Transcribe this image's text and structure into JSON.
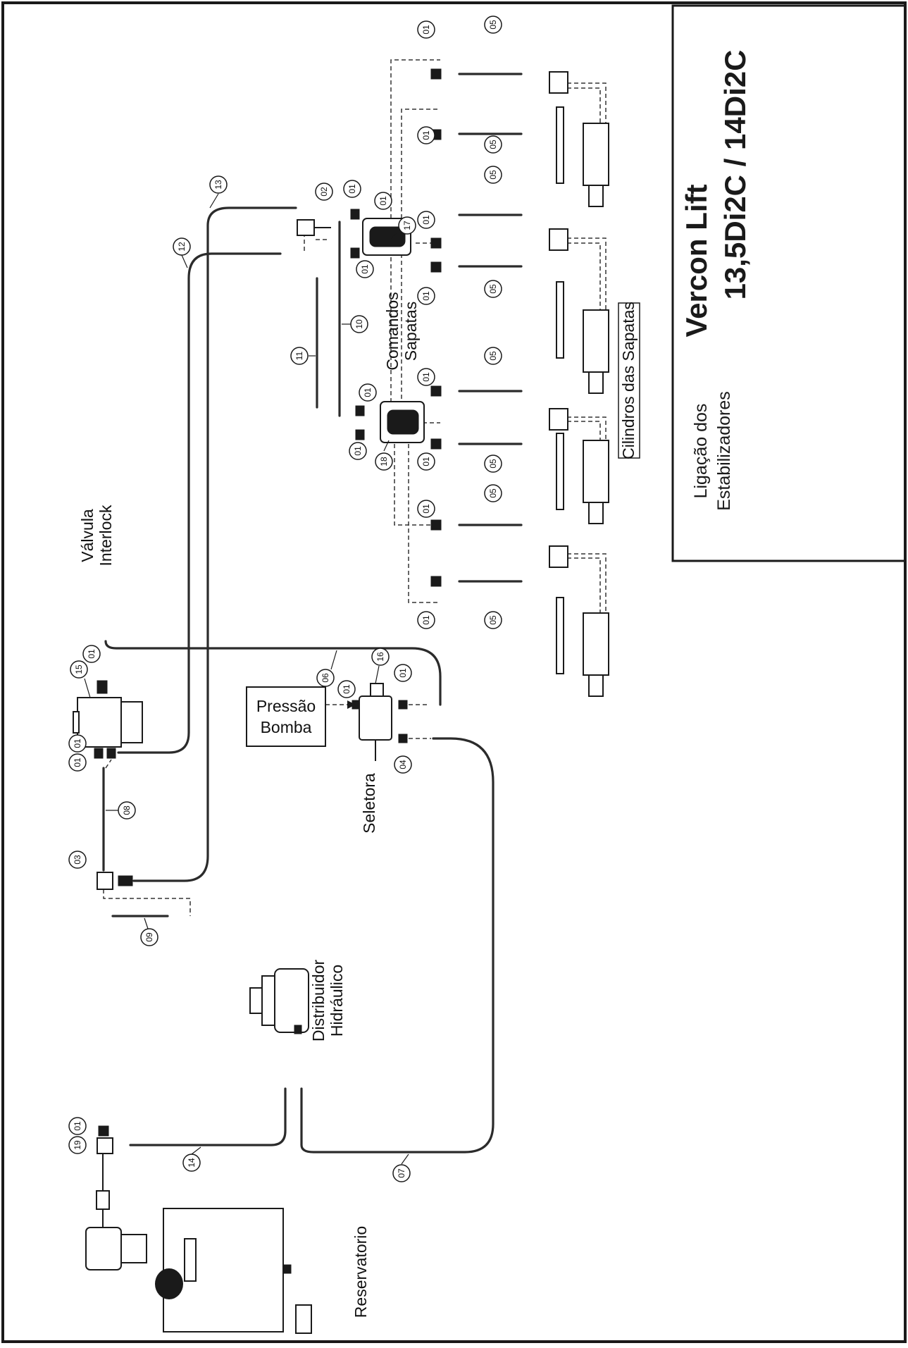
{
  "title_block": {
    "title_line1": "Vercon Lift",
    "title_line2": "13,5Di2C / 14Di2C",
    "subtitle_line1": "Ligação dos",
    "subtitle_line2": "Estabilizadores"
  },
  "labels": {
    "reservatorio": "Reservatorio",
    "distribuidor_line1": "Distribuidor",
    "distribuidor_line2": "Hidráulico",
    "seletora": "Seletora",
    "pressao_line1": "Pressão",
    "pressao_line2": "Bomba",
    "valvula_line1": "Válvula",
    "valvula_line2": "Interlock",
    "comandos_line1": "Comandos",
    "comandos_line2": "Sapatas",
    "cilindros": "Cilindros das Sapatas"
  },
  "part_numbers": {
    "p01": "01",
    "p02": "02",
    "p03": "03",
    "p04": "04",
    "p05": "05",
    "p06": "06",
    "p07": "07",
    "p08": "08",
    "p09": "09",
    "p10": "10",
    "p11": "11",
    "p12": "12",
    "p13": "13",
    "p14": "14",
    "p15": "15",
    "p16": "16",
    "p17": "17",
    "p18": "18",
    "p19": "19"
  }
}
